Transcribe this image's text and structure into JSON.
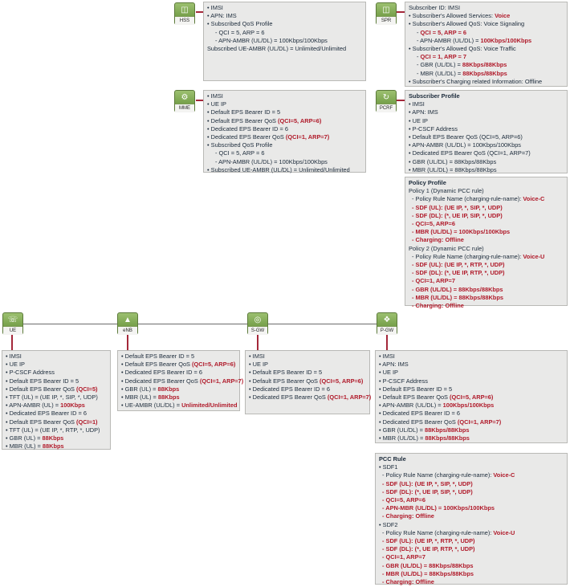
{
  "nodes": {
    "hss": "HSS",
    "spr": "SPR",
    "mme": "MME",
    "pcrf": "PCRF",
    "ue": "UE",
    "enb": "eNB",
    "sgw": "S-GW",
    "pgw": "P-GW"
  },
  "hss_box": [
    {
      "t": "• IMSI"
    },
    {
      "t": "• APN: IMS"
    },
    {
      "t": "• Subscribed QoS Profile"
    },
    {
      "t": "- QCI = 5, ARP = 6",
      "i": 2
    },
    {
      "t": "- APN-AMBR (UL/DL) = 100Kbps/100Kbps",
      "i": 2
    },
    {
      "t": "Subscribed UE-AMBR (UL/DL) = Unlimited/Unlimited"
    }
  ],
  "spr_box": [
    {
      "t": "Subscriber ID: IMSI"
    },
    {
      "t": "• Subscriber's Allowed Services: ",
      "r": "Voice"
    },
    {
      "t": "• Subscriber's Allowed QoS: Voice Signaling"
    },
    {
      "t": "- ",
      "r": "QCI = 5, ARP = 6",
      "i": 2
    },
    {
      "t": "- APN-AMBR (UL/DL) = ",
      "r": "100Kbps/100Kbps",
      "i": 2
    },
    {
      "t": "• Subscriber's Allowed QoS: Voice Traffic"
    },
    {
      "t": "- ",
      "r": "QCI = 1, ARP = 7",
      "i": 2
    },
    {
      "t": "- GBR (UL/DL) = ",
      "r": "88Kbps/88Kbps",
      "i": 2
    },
    {
      "t": "- MBR (UL/DL) = ",
      "r": "88Kbps/88Kbps",
      "i": 2
    },
    {
      "t": "• Subscriber's Charging related Information: Offline"
    }
  ],
  "mme_box": [
    {
      "t": "• IMSI"
    },
    {
      "t": "• UE IP"
    },
    {
      "t": "• Default EPS Bearer ID = 5"
    },
    {
      "t": "• Default EPS Bearer QoS ",
      "r": "(QCI=5, ARP=6)"
    },
    {
      "t": "• Dedicated EPS Bearer ID = 6"
    },
    {
      "t": "• Dedicated EPS Bearer QoS ",
      "r": "(QCI=1, ARP=7)"
    },
    {
      "t": "• Subscribed QoS Profile"
    },
    {
      "t": "- QCI = 5, ARP = 6",
      "i": 2
    },
    {
      "t": "- APN-AMBR (UL/DL) = 100Kbps/100Kbps",
      "i": 2
    },
    {
      "t": "• Subscribed UE-AMBR (UL/DL) = Unlimited/Unlimited"
    }
  ],
  "pcrf_box": [
    {
      "t": "Subscriber Profile",
      "b": true
    },
    {
      "t": "• IMSI"
    },
    {
      "t": "• APN: IMS"
    },
    {
      "t": "• UE IP"
    },
    {
      "t": "• P-CSCF Address"
    },
    {
      "t": "• Default EPS Bearer QoS (QCI=5, ARP=6)"
    },
    {
      "t": "• APN-AMBR (UL/DL) = 100Kbps/100Kbps"
    },
    {
      "t": "• Dedicated EPS Bearer QoS (QCI=1, ARP=7)"
    },
    {
      "t": "• GBR (UL/DL) = 88Kbps/88Kbps"
    },
    {
      "t": "• MBR (UL/DL) = 88Kbps/88Kbps"
    }
  ],
  "policy_box": [
    {
      "t": "Policy Profile",
      "b": true
    },
    {
      "t": "Policy 1 (Dynamic PCC rule)"
    },
    {
      "t": "- Policy Rule Name (charging-rule-name): ",
      "r": "Voice-C",
      "i": 1
    },
    {
      "t": "",
      "r": "- SDF (UL): (UE IP, *, SIP, *, UDP)",
      "i": 1
    },
    {
      "t": "",
      "r": "- SDF (DL): (*, UE IP, SIP, *, UDP)",
      "i": 1
    },
    {
      "t": "",
      "r": "- QCI=5, ARP=6",
      "i": 1
    },
    {
      "t": "",
      "r": "- MBR (UL/DL) = 100Kbps/100Kbps",
      "i": 1
    },
    {
      "t": "",
      "r": "- Charging: Offline",
      "i": 1
    },
    {
      "t": "Policy 2 (Dynamic PCC rule)"
    },
    {
      "t": "- Policy Rule Name (charging-rule-name): ",
      "r": "Voice-U",
      "i": 1
    },
    {
      "t": "",
      "r": "- SDF (UL): (UE IP, *, RTP, *, UDP)",
      "i": 1
    },
    {
      "t": "",
      "r": "- SDF (DL): (*, UE IP, RTP, *, UDP)",
      "i": 1
    },
    {
      "t": "",
      "r": "- QCI=1, ARP=7",
      "i": 1
    },
    {
      "t": "",
      "r": "- GBR (UL/DL) = 88Kbps/88Kbps",
      "i": 1
    },
    {
      "t": "",
      "r": "- MBR (UL/DL) = 88Kbps/88Kbps",
      "i": 1
    },
    {
      "t": "",
      "r": "- Charging: Offline",
      "i": 1
    }
  ],
  "ue_box": [
    {
      "t": "• IMSI"
    },
    {
      "t": "• UE IP"
    },
    {
      "t": "• P-CSCF Address"
    },
    {
      "t": "• Default EPS Bearer ID = 5"
    },
    {
      "t": "• Default EPS Bearer QoS ",
      "r": "(QCI=5)"
    },
    {
      "t": "• TFT (UL) = (UE IP, *, SIP, *, UDP)"
    },
    {
      "t": "• APN-AMBR (UL) = ",
      "r": "100Kbps"
    },
    {
      "t": "• Dedicated EPS Bearer ID = 6"
    },
    {
      "t": "• Default EPS Bearer QoS ",
      "r": "(QCI=1)"
    },
    {
      "t": "• TFT (UL) = (UE IP, *, RTP, *, UDP)"
    },
    {
      "t": "• GBR (UL) = ",
      "r": "88Kbps"
    },
    {
      "t": "• MBR (UL) = ",
      "r": "88Kbps"
    }
  ],
  "enb_box": [
    {
      "t": "• Default EPS Bearer ID = 5"
    },
    {
      "t": "• Default EPS Bearer QoS ",
      "r": "(QCI=5, ARP=6)"
    },
    {
      "t": "• Dedicated EPS Bearer ID = 6"
    },
    {
      "t": "• Dedicated EPS Bearer QoS ",
      "r": "(QCI=1, ARP=7)"
    },
    {
      "t": "• GBR (UL) = ",
      "r": "88Kbps"
    },
    {
      "t": "• MBR (UL) = ",
      "r": "88Kbps"
    },
    {
      "t": "• UE-AMBR (UL/DL) = ",
      "r": "Unlimited/Unlimited"
    }
  ],
  "sgw_box": [
    {
      "t": "• IMSI"
    },
    {
      "t": "• UE IP"
    },
    {
      "t": "• Default EPS Bearer ID = 5"
    },
    {
      "t": "• Default EPS Bearer QoS ",
      "r": "(QCI=5, ARP=6)"
    },
    {
      "t": "• Dedicated EPS Bearer ID = 6"
    },
    {
      "t": "• Dedicated EPS Bearer QoS ",
      "r": "(QCI=1, ARP=7)"
    }
  ],
  "pgw_box": [
    {
      "t": "• IMSI"
    },
    {
      "t": "• APN: IMS"
    },
    {
      "t": "• UE IP"
    },
    {
      "t": "• P-CSCF Address"
    },
    {
      "t": "• Default EPS Bearer ID = 5"
    },
    {
      "t": "• Default EPS Bearer QoS ",
      "r": "(QCI=5, ARP=6)"
    },
    {
      "t": "• APN-AMBR (UL/DL) = ",
      "r": "100Kbps/100Kbps"
    },
    {
      "t": "• Dedicated EPS Bearer ID = 6"
    },
    {
      "t": "• Dedicated EPS Bearer QoS ",
      "r": "(QCI=1, ARP=7)"
    },
    {
      "t": "• GBR (UL/DL) = ",
      "r": "88Kbps/88Kbps"
    },
    {
      "t": "• MBR (UL/DL) = ",
      "r": "88Kbps/88Kbps"
    }
  ],
  "pcc_box": [
    {
      "t": "PCC Rule",
      "b": true
    },
    {
      "t": "• SDF1"
    },
    {
      "t": "- Policy Rule Name (charging-rule-name): ",
      "r": "Voice-C",
      "i": 1
    },
    {
      "t": "",
      "r": "- SDF (UL): (UE IP, *, SIP, *, UDP)",
      "i": 1
    },
    {
      "t": "",
      "r": "- SDF (DL): (*, UE IP, SIP, *, UDP)",
      "i": 1
    },
    {
      "t": "",
      "r": "- QCI=5, ARP=6",
      "i": 1
    },
    {
      "t": "",
      "r": "- APN-MBR (UL/DL) = 100Kbps/100Kbps",
      "i": 1
    },
    {
      "t": "",
      "r": "- Charging: Offline",
      "i": 1
    },
    {
      "t": "• SDF2"
    },
    {
      "t": "- Policy Rule Name (charging-rule-name): ",
      "r": "Voice-U",
      "i": 1
    },
    {
      "t": "",
      "r": "- SDF (UL): (UE IP, *, RTP, *, UDP)",
      "i": 1
    },
    {
      "t": "",
      "r": "- SDF (DL): (*, UE IP, RTP, *, UDP)",
      "i": 1
    },
    {
      "t": "",
      "r": "- QCI=1, ARP=7",
      "i": 1
    },
    {
      "t": "",
      "r": "- GBR (UL/DL) = 88Kbps/88Kbps",
      "i": 1
    },
    {
      "t": "",
      "r": "- MBR (UL/DL) = 88Kbps/88Kbps",
      "i": 1
    },
    {
      "t": "",
      "r": "- Charging: Offline",
      "i": 1
    }
  ]
}
